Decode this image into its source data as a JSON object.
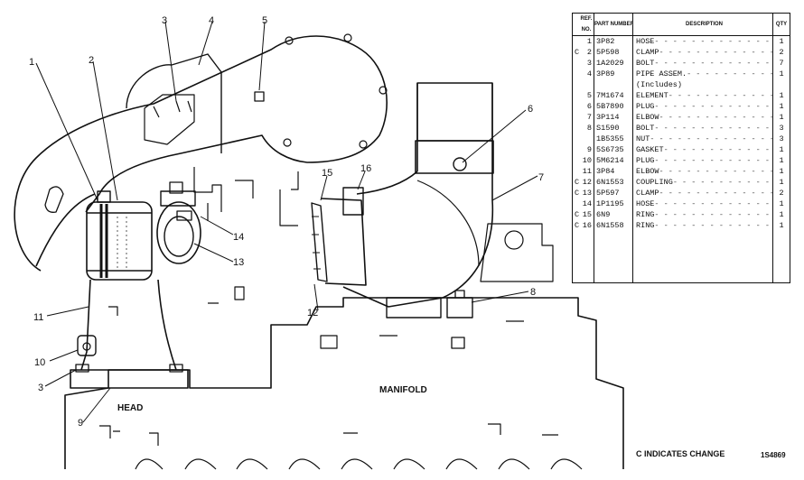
{
  "table": {
    "headers": {
      "ref_no": "REF. NO.",
      "part_number": "PART NUMBER",
      "description": "DESCRIPTION",
      "qty": "QTY"
    },
    "rows": [
      {
        "change": "",
        "ref": "1",
        "part": "3P82",
        "desc": "HOSE",
        "qty": "1"
      },
      {
        "change": "C",
        "ref": "2",
        "part": "5P598",
        "desc": "CLAMP",
        "qty": "2"
      },
      {
        "change": "",
        "ref": "3",
        "part": "1A2029",
        "desc": "BOLT",
        "qty": "7"
      },
      {
        "change": "",
        "ref": "4",
        "part": "3P89",
        "desc": "PIPE ASSEM.",
        "qty": "1"
      },
      {
        "change": "",
        "ref": "",
        "part": "",
        "desc": "(Includes)",
        "qty": ""
      },
      {
        "change": "",
        "ref": "5",
        "part": "7M1674",
        "desc": "ELEMENT",
        "qty": "1"
      },
      {
        "change": "",
        "ref": "6",
        "part": "5B7890",
        "desc": "PLUG",
        "qty": "1"
      },
      {
        "change": "",
        "ref": "7",
        "part": "3P114",
        "desc": "ELBOW",
        "qty": "1"
      },
      {
        "change": "",
        "ref": "8",
        "part": "S1590",
        "desc": "BOLT",
        "qty": "3"
      },
      {
        "change": "",
        "ref": "",
        "part": "1B5355",
        "desc": "NUT",
        "qty": "3"
      },
      {
        "change": "",
        "ref": "9",
        "part": "5S6735",
        "desc": "GASKET",
        "qty": "1"
      },
      {
        "change": "",
        "ref": "10",
        "part": "5M6214",
        "desc": "PLUG",
        "qty": "1"
      },
      {
        "change": "",
        "ref": "11",
        "part": "3P84",
        "desc": "ELBOW",
        "qty": "1"
      },
      {
        "change": "C",
        "ref": "12",
        "part": "6N1553",
        "desc": "COUPLING",
        "qty": "1"
      },
      {
        "change": "C",
        "ref": "13",
        "part": "5P597",
        "desc": "CLAMP",
        "qty": "2"
      },
      {
        "change": "",
        "ref": "14",
        "part": "1P1195",
        "desc": "HOSE",
        "qty": "1"
      },
      {
        "change": "C",
        "ref": "15",
        "part": "6N9",
        "desc": "RING",
        "qty": "1"
      },
      {
        "change": "C",
        "ref": "16",
        "part": "6N1558",
        "desc": "RING",
        "qty": "1"
      }
    ]
  },
  "callouts": [
    "1",
    "2",
    "3",
    "4",
    "5",
    "6",
    "7",
    "8",
    "9",
    "10",
    "11",
    "12",
    "13",
    "14",
    "15",
    "16",
    "3"
  ],
  "labels": {
    "head": "HEAD",
    "manifold": "MANIFOLD"
  },
  "footer": {
    "note": "C INDICATES CHANGE",
    "illustration_number": "1S4869"
  }
}
